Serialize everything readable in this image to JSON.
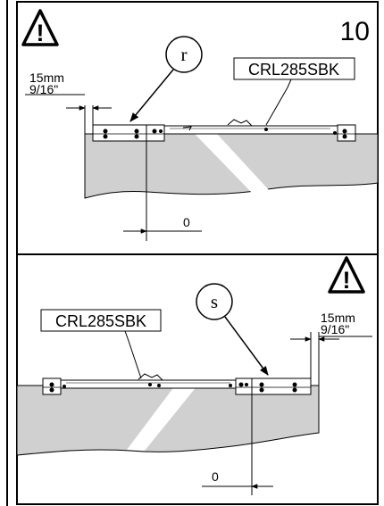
{
  "step_number": "10",
  "top_panel": {
    "callout_letter": "r",
    "part_label": "CRL285SBK",
    "offset_mm": "15mm",
    "offset_in": "9/16\"",
    "gap_value": "0"
  },
  "bottom_panel": {
    "callout_letter": "s",
    "part_label": "CRL285SBK",
    "offset_mm": "15mm",
    "offset_in": "9/16\"",
    "gap_value": "0"
  },
  "warning_glyph": "!"
}
